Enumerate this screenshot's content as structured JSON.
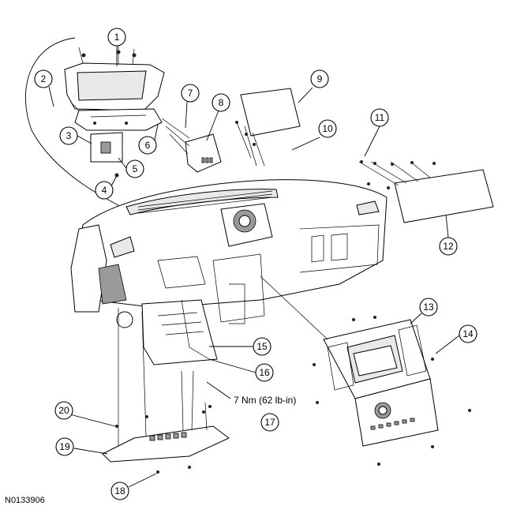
{
  "figure_id": "N0133906",
  "torque_note": "7 Nm (62 lb-in)",
  "callouts": [
    {
      "num": "1",
      "name": "callout-1"
    },
    {
      "num": "2",
      "name": "callout-2"
    },
    {
      "num": "3",
      "name": "callout-3"
    },
    {
      "num": "4",
      "name": "callout-4"
    },
    {
      "num": "5",
      "name": "callout-5"
    },
    {
      "num": "6",
      "name": "callout-6"
    },
    {
      "num": "7",
      "name": "callout-7"
    },
    {
      "num": "8",
      "name": "callout-8"
    },
    {
      "num": "9",
      "name": "callout-9"
    },
    {
      "num": "10",
      "name": "callout-10"
    },
    {
      "num": "11",
      "name": "callout-11"
    },
    {
      "num": "12",
      "name": "callout-12"
    },
    {
      "num": "13",
      "name": "callout-13"
    },
    {
      "num": "14",
      "name": "callout-14"
    },
    {
      "num": "15",
      "name": "callout-15"
    },
    {
      "num": "16",
      "name": "callout-16"
    },
    {
      "num": "17",
      "name": "callout-17"
    },
    {
      "num": "18",
      "name": "callout-18"
    },
    {
      "num": "19",
      "name": "callout-19"
    },
    {
      "num": "20",
      "name": "callout-20"
    }
  ]
}
